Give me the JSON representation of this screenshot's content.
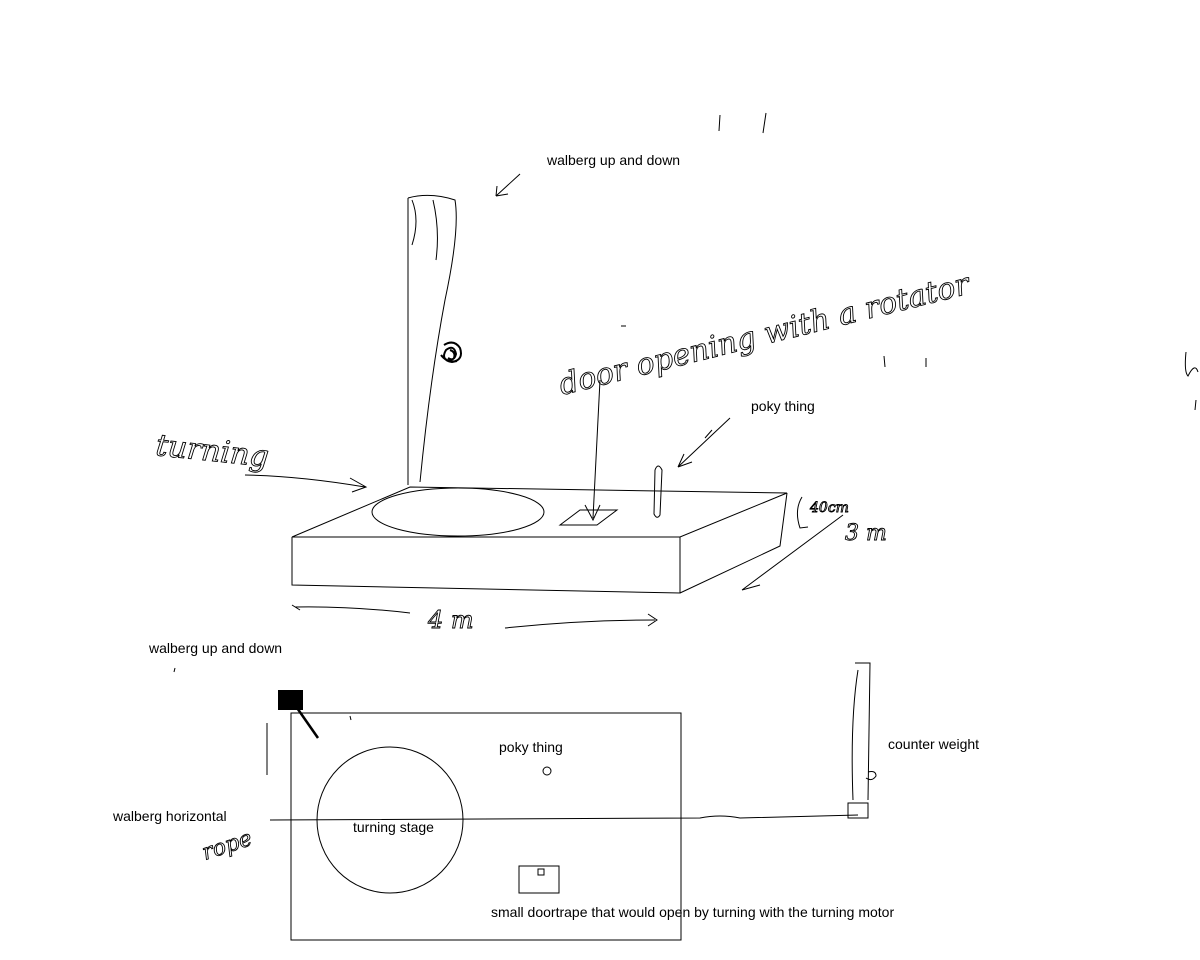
{
  "diagram": {
    "typed_labels": {
      "walberg_up_down_top": "walberg up and down",
      "poky_top": "poky thing",
      "walberg_up_down_bottom": "walberg up and down",
      "poky_bottom": "poky thing",
      "counter_weight": "counter weight",
      "walberg_horizontal": "walberg horizontal",
      "turning_stage": "turning stage",
      "doortrape": "small doortrape that would open by turning with the turning motor"
    },
    "handwritten": {
      "turning": "turning",
      "door_opening": "door opening with a rotator",
      "width": "4 m",
      "height": "40cm",
      "depth": "3 m",
      "rope": "rope"
    },
    "colors": {
      "ink": "#000000",
      "background": "#ffffff"
    }
  }
}
